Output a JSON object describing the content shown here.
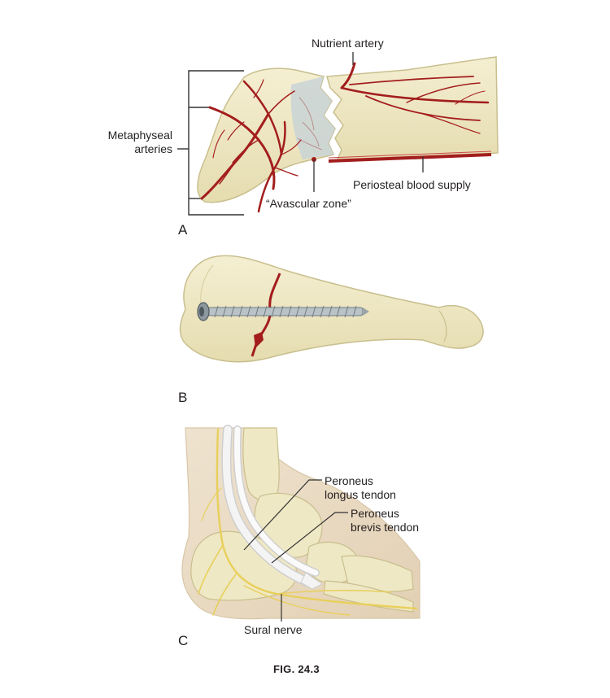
{
  "figure": {
    "caption": "FIG. 24.3",
    "panels": {
      "a": {
        "letter": "A",
        "labels": {
          "nutrient_artery": "Nutrient artery",
          "metaphyseal_line1": "Metaphyseal",
          "metaphyseal_line2": "arteries",
          "periosteal": "Periosteal blood supply",
          "avascular": "“Avascular zone”"
        }
      },
      "b": {
        "letter": "B"
      },
      "c": {
        "letter": "C",
        "labels": {
          "longus_line1": "Peroneus",
          "longus_line2": "longus tendon",
          "brevis_line1": "Peroneus",
          "brevis_line2": "brevis tendon",
          "sural": "Sural nerve"
        }
      }
    }
  },
  "colors": {
    "bone": "#efe8c4",
    "bone_edge": "#c9bf8e",
    "artery": "#a31d1d",
    "skin": "#eadcc6",
    "nerve": "#e8cf5a",
    "tendon": "#f4f4f4",
    "avascular": "#c9d3d6"
  }
}
